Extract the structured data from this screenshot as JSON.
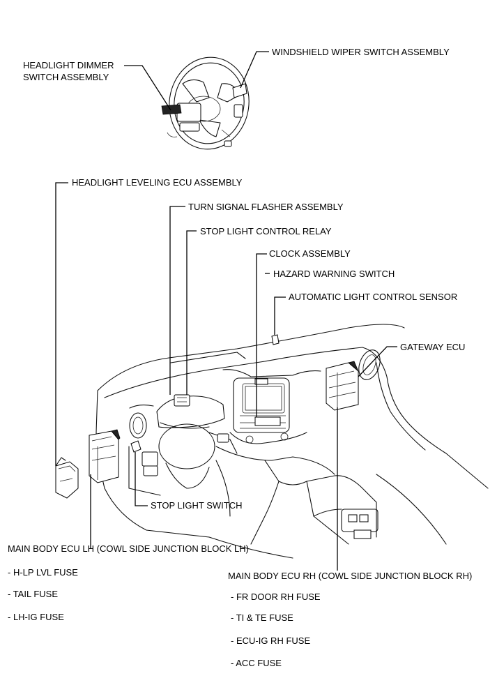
{
  "labels": {
    "headlight_dimmer_1": "HEADLIGHT DIMMER",
    "headlight_dimmer_2": "SWITCH  ASSEMBLY",
    "windshield_wiper": "WINDSHIELD WIPER SWITCH ASSEMBLY",
    "headlight_leveling": "HEADLIGHT LEVELING ECU ASSEMBLY",
    "turn_signal": "TURN SIGNAL FLASHER ASSEMBLY",
    "stop_light_relay": "STOP LIGHT CONTROL RELAY",
    "clock": "CLOCK ASSEMBLY",
    "hazard": "HAZARD WARNING SWITCH",
    "auto_light": "AUTOMATIC LIGHT CONTROL SENSOR",
    "gateway": "GATEWAY ECU",
    "stop_light_switch": "STOP LIGHT SWITCH",
    "main_body_lh": "MAIN BODY ECU LH (COWL SIDE JUNCTION BLOCK LH)",
    "main_body_rh": "MAIN BODY ECU RH (COWL SIDE JUNCTION BLOCK RH)"
  },
  "lh_fuses": [
    "- H-LP LVL FUSE",
    "- TAIL FUSE",
    "- LH-IG FUSE"
  ],
  "rh_fuses": [
    "- FR DOOR RH FUSE",
    "- TI & TE FUSE",
    "- ECU-IG RH FUSE",
    "- ACC FUSE"
  ]
}
